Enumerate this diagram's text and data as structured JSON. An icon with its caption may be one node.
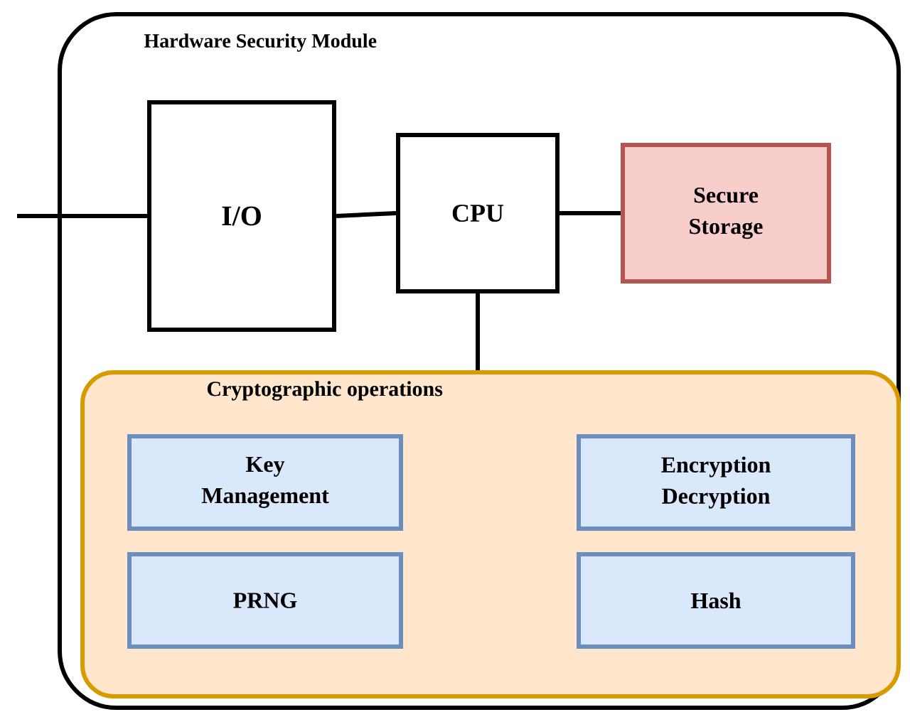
{
  "diagram": {
    "nodes": [
      {
        "text": [
          "Hardware Security Module"
        ]
      },
      {
        "text": [
          "I/O"
        ],
        "in": 0
      },
      {
        "text": [
          "CPU"
        ],
        "in": 0
      },
      {
        "text": [
          "Secure Storage"
        ],
        "in": 0
      },
      {
        "text": [
          "Cryptographic operations"
        ],
        "in": 0
      },
      {
        "text": [
          "Key Management"
        ],
        "in": 4
      },
      {
        "text": [
          "Encryption Decryption"
        ],
        "in": 4
      },
      {
        "text": [
          "PRNG"
        ],
        "in": 4
      },
      {
        "text": [
          "Hash"
        ],
        "in": 4
      }
    ],
    "edges": [
      {
        "from": null,
        "to": 1,
        "arrow": "none"
      },
      {
        "from": 1,
        "to": 2,
        "arrow": "none"
      },
      {
        "from": 2,
        "to": 3,
        "arrow": "none"
      },
      {
        "from": 2,
        "to": 4,
        "arrow": "none"
      }
    ]
  }
}
